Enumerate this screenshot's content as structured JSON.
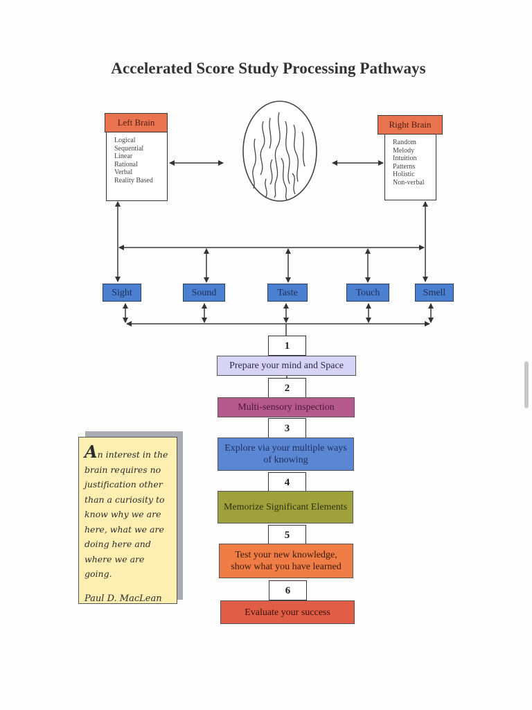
{
  "title": "Accelerated Score Study Processing Pathways",
  "left_brain": {
    "label": "Left Brain",
    "traits": [
      "Logical",
      "Sequential",
      "Linear",
      "Rational",
      "Verbal",
      "Reality Based"
    ]
  },
  "right_brain": {
    "label": "Right Brain",
    "traits": [
      "Random",
      "Melody",
      "Intuition",
      "Patterns",
      "Holistic",
      "Non-verbal"
    ]
  },
  "brain_icon": "brain-icon",
  "senses": [
    "Sight",
    "Sound",
    "Taste",
    "Touch",
    "Smell"
  ],
  "steps": [
    {
      "number": "1",
      "label": "Prepare your mind and Space",
      "color": "#d6d3f7"
    },
    {
      "number": "2",
      "label": "Multi-sensory inspection",
      "color": "#b65a8e"
    },
    {
      "number": "3",
      "label": "Explore via your multiple ways of knowing",
      "color": "#5b86d4"
    },
    {
      "number": "4",
      "label": "Memorize Significant Elements",
      "color": "#9fa23c"
    },
    {
      "number": "5",
      "label": "Test your new knowledge, show what you have learned",
      "color": "#ef7d45"
    },
    {
      "number": "6",
      "label": "Evaluate your success",
      "color": "#e25d45"
    }
  ],
  "quote": {
    "drop_cap": "A",
    "lines": [
      "n interest in the",
      "brain requires no",
      "justification other",
      "than a curiosity to",
      "know why we are",
      "here, what we are",
      "doing here and",
      "where we are going."
    ],
    "author": "Paul D. MacLean"
  },
  "colors": {
    "brain_header": "#e9734f",
    "sense_box": "#4b7fd0",
    "quote_bg": "#fdefb2"
  }
}
